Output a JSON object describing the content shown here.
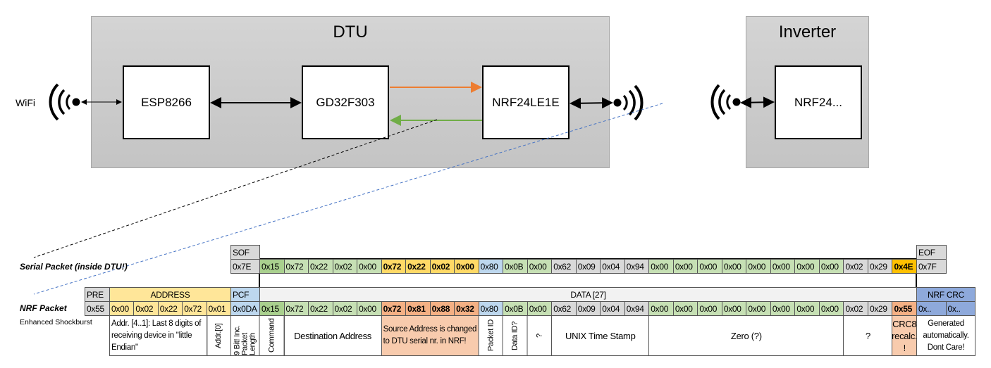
{
  "diagram": {
    "dtu": {
      "title": "DTU",
      "chips": [
        "ESP8266",
        "GD32F303",
        "NRF24LE1E"
      ]
    },
    "inverter": {
      "title": "Inverter",
      "chip": "NRF24..."
    },
    "wifi_label": "WiFi",
    "arrow_colors": {
      "to_nrf": "#ed7d31",
      "from_nrf": "#70ad47"
    }
  },
  "palette": {
    "g2": "#a9d08e",
    "g": "#c6e0b4",
    "y": "#ffd966",
    "yb": "#ffc000",
    "b": "#bdd7ee",
    "gr": "#d9d9d9",
    "o": "#f4b084",
    "ol": "#f8cbad",
    "yl": "#ffe699",
    "bc": "#8ea9db",
    "w": "#ffffff",
    "hd": "#f2f2f2"
  },
  "serial": {
    "label": "Serial Packet (inside DTU!)",
    "sof_header": "SOF",
    "sof": "0x7E",
    "eof_header": "EOF",
    "eof": "0x7F",
    "bytes": [
      {
        "v": "0x15",
        "c": "g2"
      },
      {
        "v": "0x72",
        "c": "g"
      },
      {
        "v": "0x22",
        "c": "g"
      },
      {
        "v": "0x02",
        "c": "g"
      },
      {
        "v": "0x00",
        "c": "g"
      },
      {
        "v": "0x72",
        "c": "y",
        "b": true
      },
      {
        "v": "0x22",
        "c": "y",
        "b": true
      },
      {
        "v": "0x02",
        "c": "y",
        "b": true
      },
      {
        "v": "0x00",
        "c": "y",
        "b": true
      },
      {
        "v": "0x80",
        "c": "b"
      },
      {
        "v": "0x0B",
        "c": "g"
      },
      {
        "v": "0x00",
        "c": "g"
      },
      {
        "v": "0x62",
        "c": "gr"
      },
      {
        "v": "0x09",
        "c": "gr"
      },
      {
        "v": "0x04",
        "c": "gr"
      },
      {
        "v": "0x94",
        "c": "gr"
      },
      {
        "v": "0x00",
        "c": "g"
      },
      {
        "v": "0x00",
        "c": "g"
      },
      {
        "v": "0x00",
        "c": "g"
      },
      {
        "v": "0x00",
        "c": "g"
      },
      {
        "v": "0x00",
        "c": "g"
      },
      {
        "v": "0x00",
        "c": "g"
      },
      {
        "v": "0x00",
        "c": "g"
      },
      {
        "v": "0x00",
        "c": "g"
      },
      {
        "v": "0x02",
        "c": "gr"
      },
      {
        "v": "0x29",
        "c": "gr"
      },
      {
        "v": "0x4E",
        "c": "yb",
        "b": true
      }
    ]
  },
  "nrf": {
    "label": "NRF Packet",
    "sublabel": "Enhanced Shockburst",
    "headers": {
      "pre": "PRE",
      "address": "ADDRESS",
      "pcf": "PCF",
      "data": "DATA [27]",
      "crc": "NRF CRC"
    },
    "pre": "0x55",
    "address": [
      "0x00",
      "0x02",
      "0x22",
      "0x72",
      "0x01"
    ],
    "pcf": "0x0DA",
    "crc": [
      "0x..",
      "0x.."
    ],
    "bytes": [
      {
        "v": "0x15",
        "c": "g2"
      },
      {
        "v": "0x72",
        "c": "g"
      },
      {
        "v": "0x22",
        "c": "g"
      },
      {
        "v": "0x02",
        "c": "g"
      },
      {
        "v": "0x00",
        "c": "g"
      },
      {
        "v": "0x72",
        "c": "o",
        "b": true
      },
      {
        "v": "0x81",
        "c": "o",
        "b": true
      },
      {
        "v": "0x88",
        "c": "o",
        "b": true
      },
      {
        "v": "0x32",
        "c": "o",
        "b": true
      },
      {
        "v": "0x80",
        "c": "b"
      },
      {
        "v": "0x0B",
        "c": "g"
      },
      {
        "v": "0x00",
        "c": "g"
      },
      {
        "v": "0x62",
        "c": "gr"
      },
      {
        "v": "0x09",
        "c": "gr"
      },
      {
        "v": "0x04",
        "c": "gr"
      },
      {
        "v": "0x94",
        "c": "gr"
      },
      {
        "v": "0x00",
        "c": "g"
      },
      {
        "v": "0x00",
        "c": "g"
      },
      {
        "v": "0x00",
        "c": "g"
      },
      {
        "v": "0x00",
        "c": "g"
      },
      {
        "v": "0x00",
        "c": "g"
      },
      {
        "v": "0x00",
        "c": "g"
      },
      {
        "v": "0x00",
        "c": "g"
      },
      {
        "v": "0x00",
        "c": "g"
      },
      {
        "v": "0x02",
        "c": "gr"
      },
      {
        "v": "0x29",
        "c": "gr"
      },
      {
        "v": "0x55",
        "c": "o",
        "b": true
      }
    ],
    "descriptions": [
      {
        "text": "Addr. [4..1]: Last 8 digits of receiving device in \"little Endian\"",
        "span": "a0-4"
      },
      {
        "text": "Addr.[0]",
        "span": "a4-5",
        "vertical": true
      },
      {
        "text": "9 Bit! Inc. Packet Length",
        "span": "pcf",
        "vertical": true
      },
      {
        "text": "Command",
        "span": "d0-1",
        "vertical": true
      },
      {
        "text": "Destination Address",
        "span": "d1-5",
        "center": true
      },
      {
        "text": "Source Address is changed to DTU serial nr. in NRF!",
        "span": "d5-9",
        "c": "ol"
      },
      {
        "text": "Packet ID",
        "span": "d9-10",
        "vertical": true
      },
      {
        "text": "Data ID?",
        "span": "d10-11",
        "vertical": true
      },
      {
        "text": "?",
        "span": "d11-12",
        "vertical": true
      },
      {
        "text": "UNIX Time Stamp",
        "span": "d12-16",
        "center": true
      },
      {
        "text": "Zero (?)",
        "span": "d16-24",
        "center": true
      },
      {
        "text": "?",
        "span": "d24-26",
        "center": true
      },
      {
        "text": "CRC8 recalc. !",
        "span": "d26-27",
        "c": "ol",
        "center": true
      },
      {
        "text": "Generated automatically. Dont Care!",
        "span": "crc",
        "center": true
      }
    ]
  }
}
